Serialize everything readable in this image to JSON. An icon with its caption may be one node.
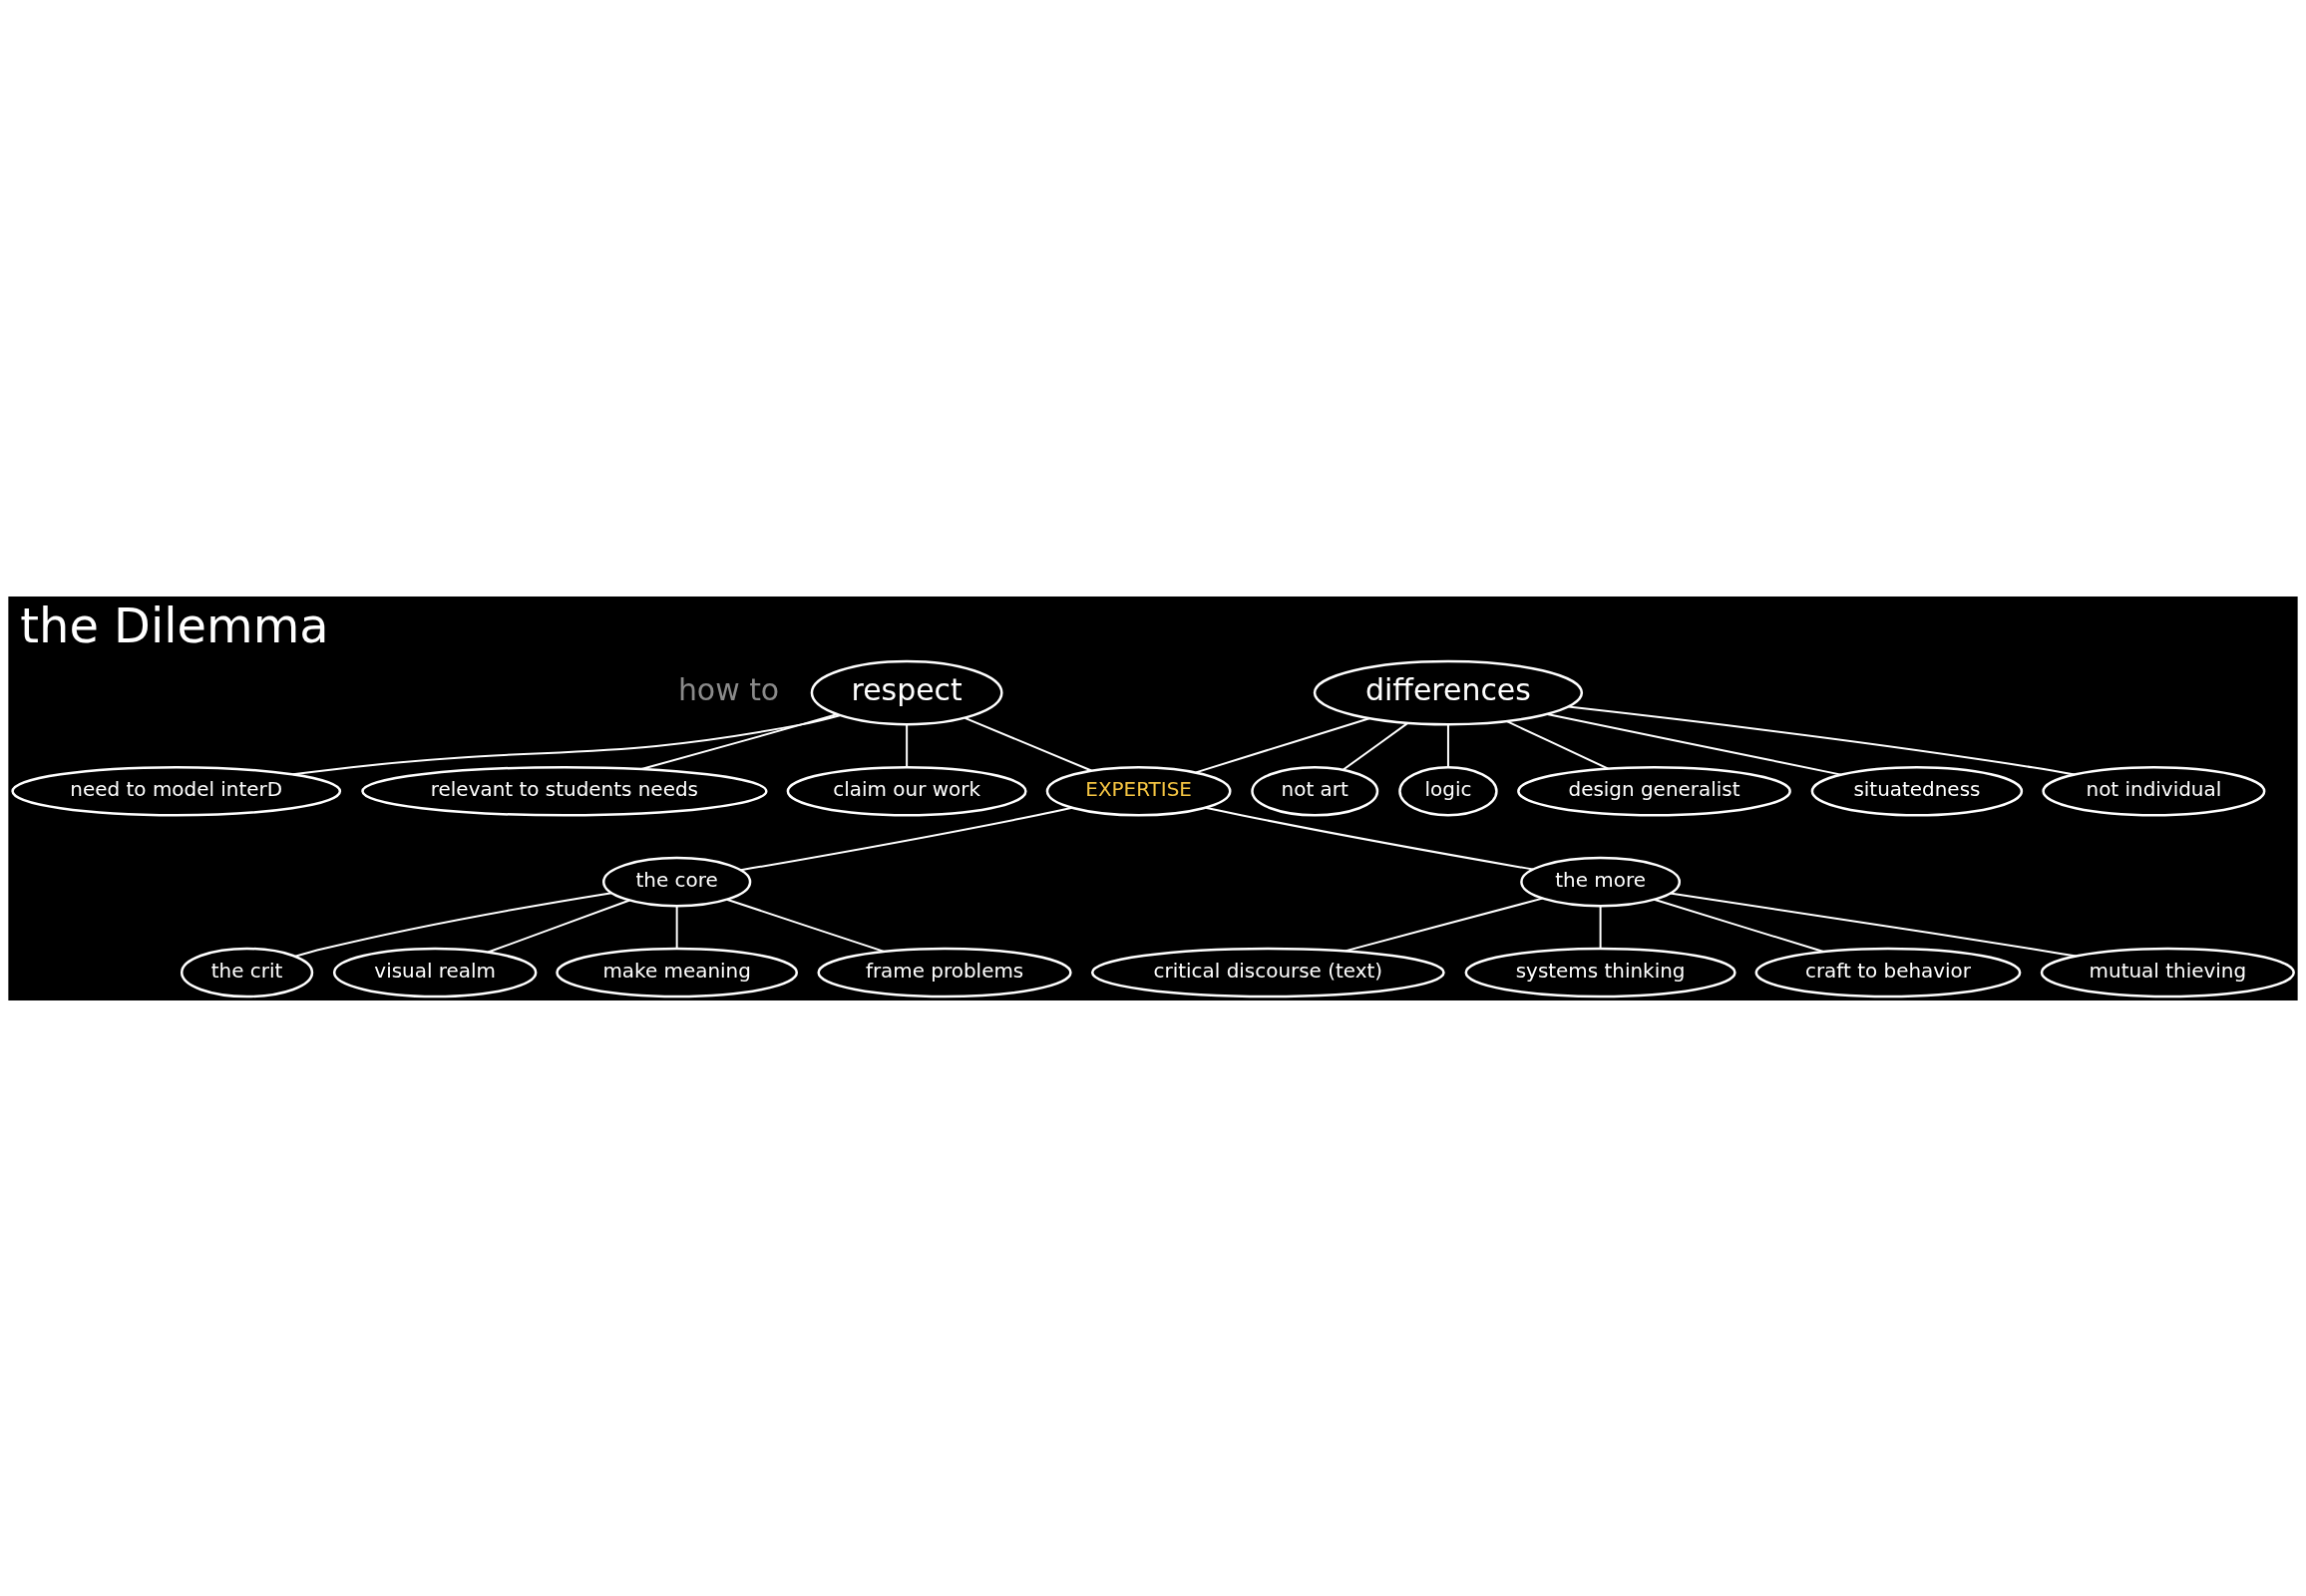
{
  "diagram": {
    "title": "the Dilemma",
    "nodes": [
      {
        "text": [
          "respect"
        ]
      },
      {
        "text": [
          "differences"
        ]
      },
      {
        "text": [
          "not art"
        ]
      },
      {
        "text": [
          "logic"
        ]
      },
      {
        "text": [
          "design generalist"
        ]
      },
      {
        "text": [
          "situatedness"
        ]
      },
      {
        "text": [
          "not individual"
        ]
      },
      {
        "text": [
          "need to model interD"
        ]
      },
      {
        "text": [
          "relevant to students needs"
        ]
      },
      {
        "text": [
          "claim our work"
        ]
      },
      {
        "text": [
          "EXPERTISE"
        ]
      },
      {
        "text": [
          "the core"
        ]
      },
      {
        "text": [
          "the crit"
        ]
      },
      {
        "text": [
          "visual realm"
        ]
      },
      {
        "text": [
          "make meaning"
        ]
      },
      {
        "text": [
          "frame problems"
        ]
      },
      {
        "text": [
          "the more"
        ]
      },
      {
        "text": [
          "critical discourse (text)"
        ]
      },
      {
        "text": [
          "systems thinking"
        ]
      },
      {
        "text": [
          "craft to behavior"
        ]
      },
      {
        "text": [
          "mutual thieving"
        ]
      }
    ],
    "edges": [
      {
        "from": 1,
        "to": 2,
        "arrow": "none"
      },
      {
        "from": 1,
        "to": 3,
        "arrow": "none"
      },
      {
        "from": 1,
        "to": 4,
        "arrow": "none"
      },
      {
        "from": 1,
        "to": 5,
        "arrow": "none"
      },
      {
        "from": 1,
        "to": 6,
        "arrow": "none"
      },
      {
        "from": 0,
        "to": 7,
        "arrow": "none"
      },
      {
        "from": 0,
        "to": 8,
        "arrow": "none"
      },
      {
        "from": 0,
        "to": 9,
        "arrow": "none"
      },
      {
        "from": 0,
        "to": 10,
        "arrow": "none"
      },
      {
        "from": 1,
        "to": 10,
        "arrow": "none"
      },
      {
        "from": 10,
        "to": 11,
        "arrow": "none"
      },
      {
        "from": 10,
        "to": 16,
        "arrow": "none"
      },
      {
        "from": 11,
        "to": 14,
        "arrow": "none"
      },
      {
        "from": 11,
        "to": 12,
        "arrow": "none"
      },
      {
        "from": 11,
        "to": 13,
        "arrow": "none"
      },
      {
        "from": 11,
        "to": 15,
        "arrow": "none"
      },
      {
        "from": 16,
        "to": 17,
        "arrow": "none"
      },
      {
        "from": 16,
        "to": 18,
        "arrow": "none"
      },
      {
        "from": 16,
        "to": 19,
        "arrow": "none"
      },
      {
        "from": 16,
        "to": 20,
        "arrow": "none"
      }
    ],
    "labels": [
      "how to"
    ]
  }
}
